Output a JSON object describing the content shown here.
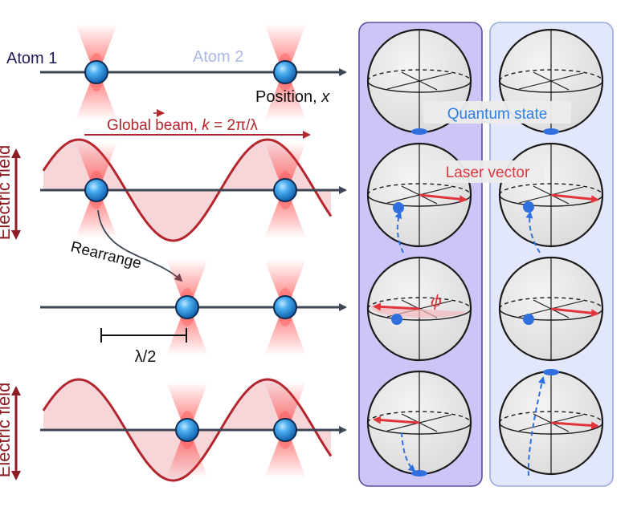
{
  "labels": {
    "atom1": "Atom 1",
    "atom2": "Atom 2",
    "position_pre": "Position, ",
    "position_var": "x",
    "beam_pre": "Global beam, ",
    "beam_k": "k",
    "beam_post": " = 2π/λ",
    "electric_field": "Electric field",
    "rearrange": "Rearrange",
    "half_lambda": "λ/2",
    "quantum_state": "Quantum state",
    "laser_vector": "Laser vector",
    "phi": "ϕ"
  },
  "colors": {
    "axis": "#3c4654",
    "wave": "#b3262e",
    "wave_fill": "#f6cfd2",
    "atom": "#2a8fd8",
    "panel_left_fill": "#cbc6f5",
    "panel_left_stroke": "#5a4fa8",
    "panel_right_fill": "#e3e7fb",
    "panel_right_stroke": "#9aaae0",
    "atom1_text": "#1f1c5e",
    "atom2_text": "#a9b8e6",
    "arrow": "#e0353b",
    "state_dot": "#2f6fe0"
  },
  "icons": [
    "laser-spot-icon",
    "atom-icon",
    "bloch-sphere-icon"
  ]
}
